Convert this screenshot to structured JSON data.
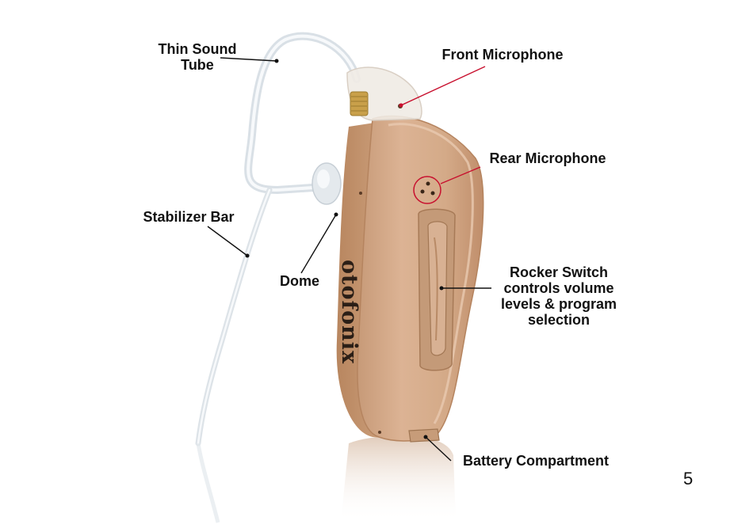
{
  "labels": {
    "thin_sound_tube": "Thin Sound\nTube",
    "front_microphone": "Front Microphone",
    "rear_microphone": "Rear Microphone",
    "stabilizer_bar": "Stabilizer Bar",
    "dome": "Dome",
    "rocker_switch": "Rocker Switch\ncontrols volume\nlevels & program\nselection",
    "battery_compartment": "Battery Compartment"
  },
  "brand": "otofonix",
  "page_number": "5",
  "colors": {
    "device_body": "#d7ad8c",
    "device_shadow": "#c39674",
    "callout_red": "#c8102e",
    "callout_black": "#111111",
    "tube": "#dfe5ea"
  }
}
